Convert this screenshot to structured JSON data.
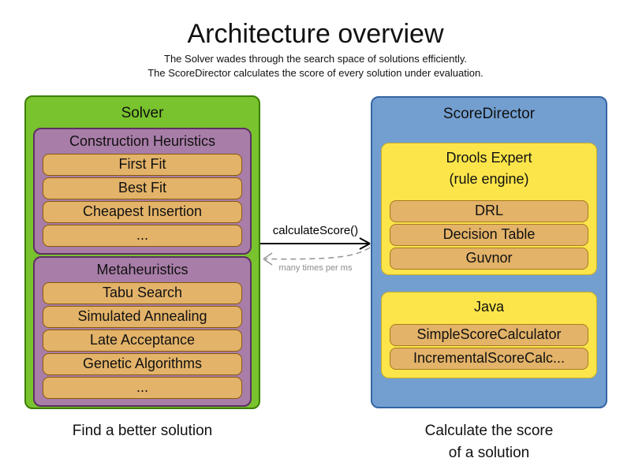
{
  "title": "Architecture overview",
  "subtitle": [
    "The Solver wades through the search space of solutions efficiently.",
    "The ScoreDirector calculates the score of every solution under evaluation."
  ],
  "solver": {
    "label": "Solver",
    "caption": "Find a better solution",
    "groups": [
      {
        "label": "Construction Heuristics",
        "items": [
          "First Fit",
          "Best Fit",
          "Cheapest Insertion",
          "..."
        ]
      },
      {
        "label": "Metaheuristics",
        "items": [
          "Tabu Search",
          "Simulated Annealing",
          "Late Acceptance",
          "Genetic Algorithms",
          "..."
        ]
      }
    ]
  },
  "director": {
    "label": "ScoreDirector",
    "caption_lines": [
      "Calculate the score",
      "of a solution"
    ],
    "panels": [
      {
        "title_lines": [
          "Drools Expert",
          "(rule engine)"
        ],
        "items": [
          "DRL",
          "Decision Table",
          "Guvnor"
        ]
      },
      {
        "title_lines": [
          "Java"
        ],
        "items": [
          "SimpleScoreCalculator",
          "IncrementalScoreCalc..."
        ]
      }
    ]
  },
  "connection": {
    "call_label": "calculateScore()",
    "frequency_label": "many times per ms"
  },
  "colors": {
    "solver_fill": "#79c32e",
    "solver_border": "#3c7f07",
    "group_fill": "#a87da8",
    "group_border": "#5e2f63",
    "item_fill": "#e3b369",
    "item_border_left": "#8a5a06",
    "item_border_right": "#a87a1f",
    "director_fill": "#739fd0",
    "director_border": "#3465a4",
    "panel_fill": "#fbe54a",
    "panel_border": "#c9ad29",
    "arrow_solid": "#000000",
    "arrow_dashed": "#999999",
    "frequency_text": "#8c8c8c"
  }
}
